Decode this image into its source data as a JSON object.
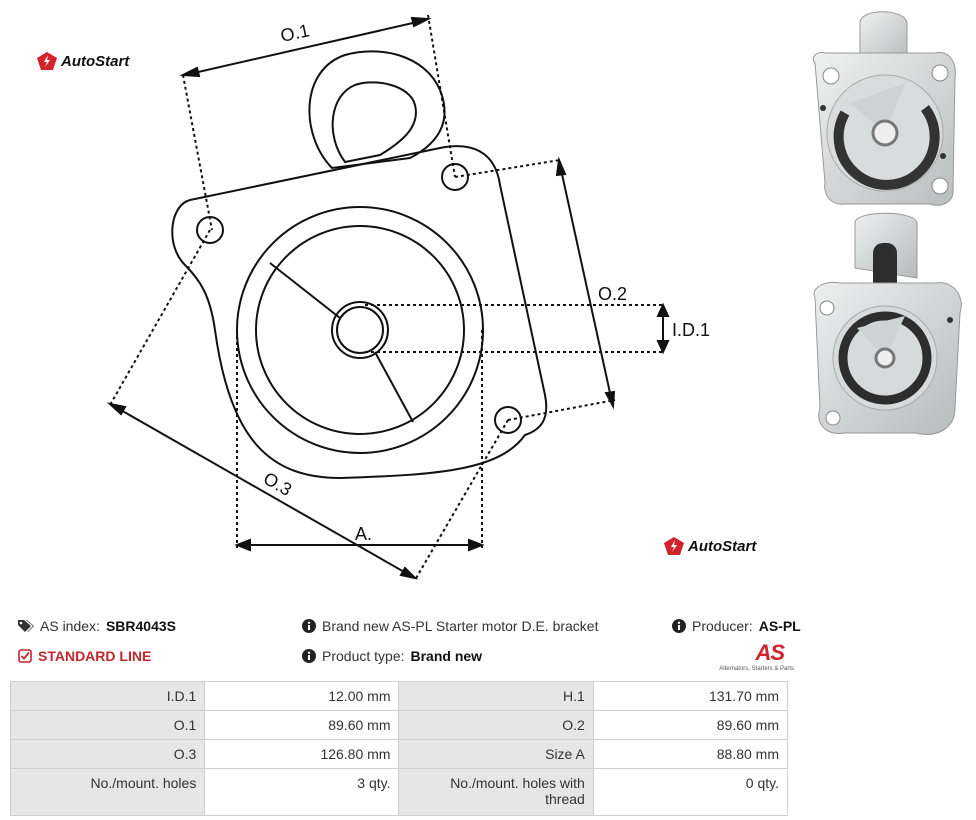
{
  "brand": {
    "name": "AutoStart"
  },
  "drawing_labels": {
    "o1": "O.1",
    "o2": "O.2",
    "o3": "O.3",
    "id1": "I.D.1",
    "a": "A."
  },
  "info": {
    "as_index_label": "AS index:",
    "as_index_value": "SBR4043S",
    "description_text": "Brand new AS-PL Starter motor D.E. bracket",
    "producer_label": "Producer:",
    "producer_value": "AS-PL",
    "line": "STANDARD LINE",
    "product_type_label": "Product type:",
    "product_type_value": "Brand new"
  },
  "as_logo": {
    "mark": "AS",
    "tagline": "Alternators, Starters & Parts"
  },
  "specs": [
    [
      "I.D.1",
      "12.00 mm",
      "H.1",
      "131.70 mm"
    ],
    [
      "O.1",
      "89.60 mm",
      "O.2",
      "89.60 mm"
    ],
    [
      "O.3",
      "126.80 mm",
      "Size A",
      "88.80 mm"
    ],
    [
      "No./mount. holes",
      "3 qty.",
      "No./mount. holes with thread",
      "0 qty."
    ]
  ],
  "colors": {
    "accent_red": "#c0282d",
    "label_bg": "#e6e6e6"
  }
}
